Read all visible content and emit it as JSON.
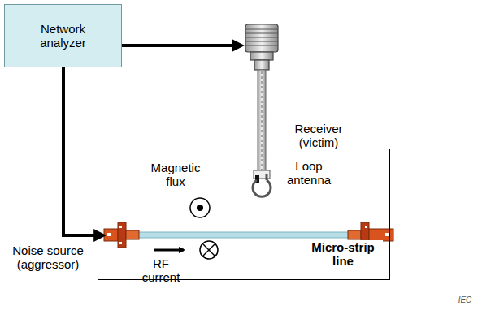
{
  "diagram": {
    "nodes": [
      {
        "text": [
          "Network analyzer"
        ]
      },
      {
        "text": [
          "Micro-strip line"
        ]
      }
    ],
    "labels": [
      "Receiver (victim)",
      "Loop antenna",
      "Magnetic flux",
      "RF current",
      "Noise source (aggressor)",
      "IEC"
    ]
  }
}
